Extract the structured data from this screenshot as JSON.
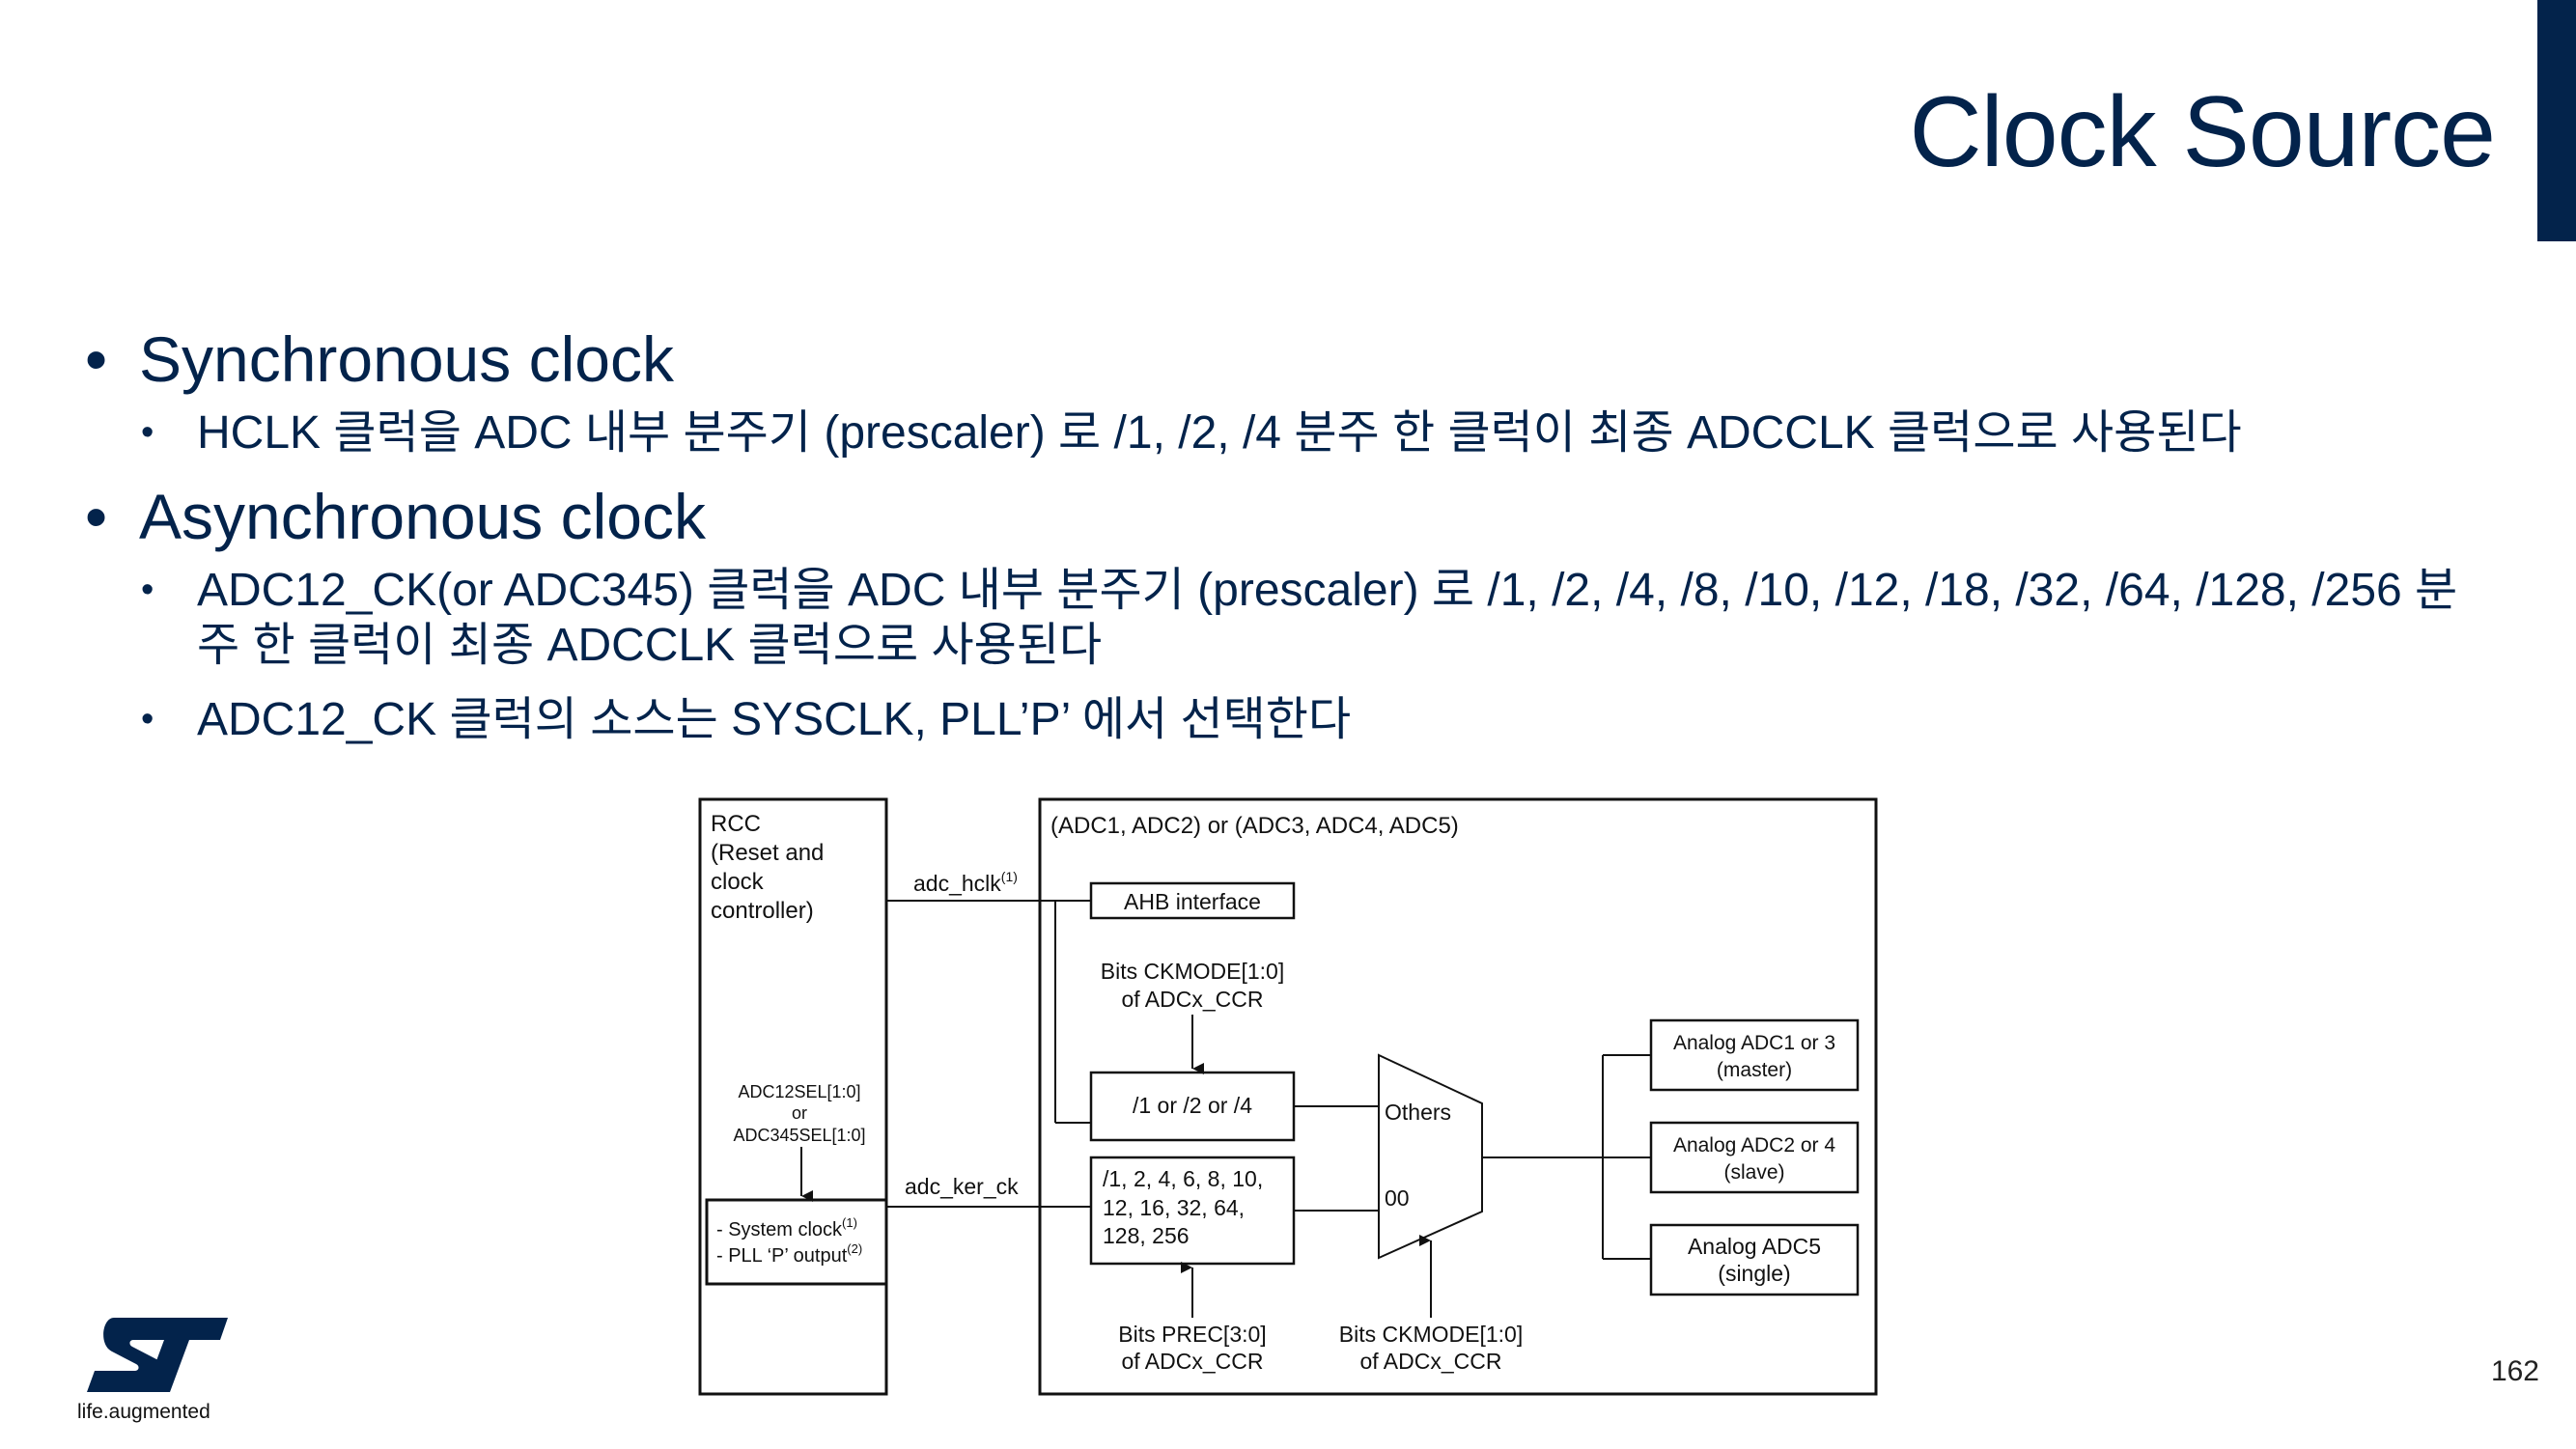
{
  "slide": {
    "title": "Clock Source",
    "page_number": "162",
    "logo_tagline": "life.augmented",
    "accent_color": "#03234b"
  },
  "bullets": {
    "sync_heading": "Synchronous clock",
    "sync_detail": "HCLK 클럭을 ADC 내부 분주기 (prescaler) 로 /1, /2, /4 분주 한 클럭이 최종 ADCCLK 클럭으로 사용된다",
    "async_heading": "Asynchronous clock",
    "async_detail_1": "ADC12_CK(or ADC345) 클럭을 ADC 내부 분주기 (prescaler) 로 /1, /2, /4, /8, /10, /12, /18, /32, /64, /128, /256 분주 한 클럭이 최종 ADCCLK 클럭으로 사용된다",
    "async_detail_2": "ADC12_CK 클럭의 소스는 SYSCLK, PLL’P’ 에서 선택한다"
  },
  "diagram": {
    "rcc_label": [
      "RCC",
      "(Reset and",
      "clock",
      "controller)"
    ],
    "adc_group_label": "(ADC1, ADC2) or (ADC3, ADC4, ADC5)",
    "adc_hclk": "adc_hclk",
    "adc_hclk_sup": "(1)",
    "adc_ker_ck": "adc_ker_ck",
    "ahb_interface": "AHB interface",
    "ckmode_top": [
      "Bits CKMODE[1:0]",
      "of ADCx_CCR"
    ],
    "div_1_2_4": "/1 or /2 or /4",
    "prescaler_values": [
      "/1, 2, 4, 6, 8, 10,",
      "12, 16, 32, 64,",
      "128, 256"
    ],
    "adcsel": [
      "ADC12SEL[1:0]",
      "or",
      "ADC345SEL[1:0]"
    ],
    "clock_sources": [
      "- System clock",
      "- PLL ‘P’ output"
    ],
    "clock_sources_sup": [
      "(1)",
      "(2)"
    ],
    "mux_others": "Others",
    "mux_00": "00",
    "prec_bits": [
      "Bits PREC[3:0]",
      "of ADCx_CCR"
    ],
    "ckmode_bottom": [
      "Bits CKMODE[1:0]",
      "of ADCx_CCR"
    ],
    "analog_adc_1": [
      "Analog ADC1 or 3",
      "(master)"
    ],
    "analog_adc_2": [
      "Analog ADC2 or 4",
      "(slave)"
    ],
    "analog_adc_3": [
      "Analog ADC5",
      "(single)"
    ]
  }
}
